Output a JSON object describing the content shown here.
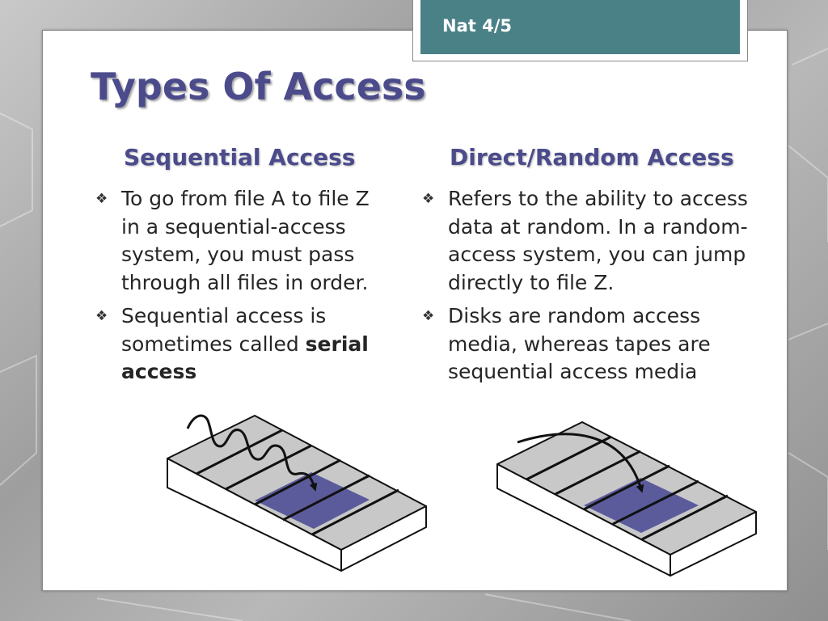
{
  "tab": {
    "label": "Nat 4/5"
  },
  "title": "Types Of Access",
  "left": {
    "heading": "Sequential Access",
    "bullets": [
      {
        "text": "To go from file A to file Z in a sequential-access system, you must pass through all files in order."
      },
      {
        "text": "Sequential access is sometimes called ",
        "bold": "serial access"
      }
    ]
  },
  "right": {
    "heading": "Direct/Random Access",
    "bullets": [
      {
        "text": "Refers to the ability to access data at random. In a random-access system, you can jump directly to file Z."
      },
      {
        "text": "Disks are random access media, whereas tapes are sequential access media"
      }
    ]
  },
  "icons": {
    "bullet": "diamond-bullet-icon"
  },
  "colors": {
    "accent": "#4a8187",
    "title": "#4b4b8c",
    "highlight_block": "#5b5b9c",
    "block": "#c8c8c8"
  }
}
